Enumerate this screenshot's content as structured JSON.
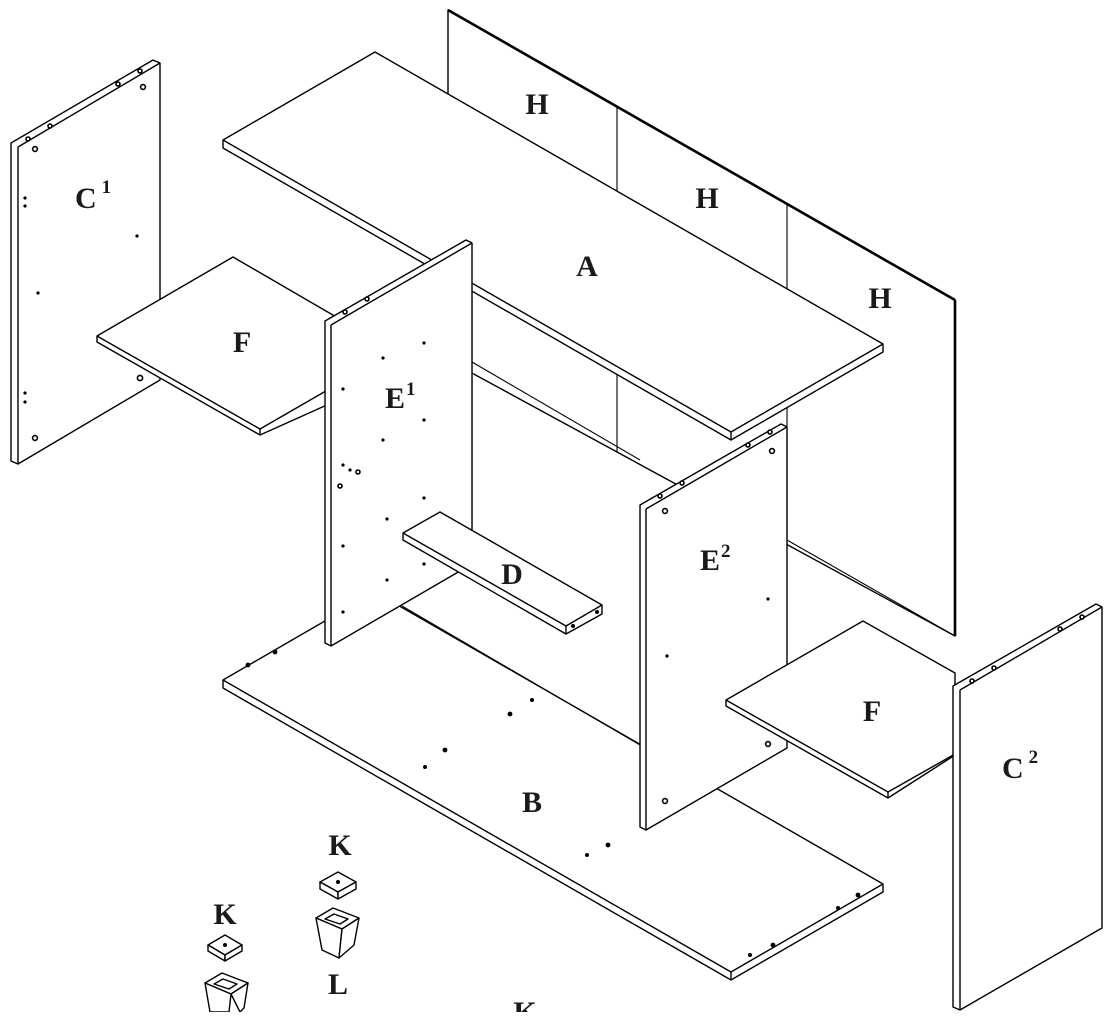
{
  "diagram": {
    "parts": {
      "A": {
        "letter": "A"
      },
      "B": {
        "letter": "B"
      },
      "C1": {
        "letter": "C",
        "index": "1"
      },
      "C2": {
        "letter": "C",
        "index": "2"
      },
      "D": {
        "letter": "D"
      },
      "E1": {
        "letter": "E",
        "index": "1"
      },
      "E2": {
        "letter": "E",
        "index": "2"
      },
      "F_left": {
        "letter": "F"
      },
      "F_right": {
        "letter": "F"
      },
      "H_1": {
        "letter": "H"
      },
      "H_2": {
        "letter": "H"
      },
      "H_3": {
        "letter": "H"
      },
      "K_1": {
        "letter": "K"
      },
      "K_2": {
        "letter": "K"
      },
      "K_3": {
        "letter": "K"
      },
      "L_1": {
        "letter": "L"
      }
    }
  }
}
